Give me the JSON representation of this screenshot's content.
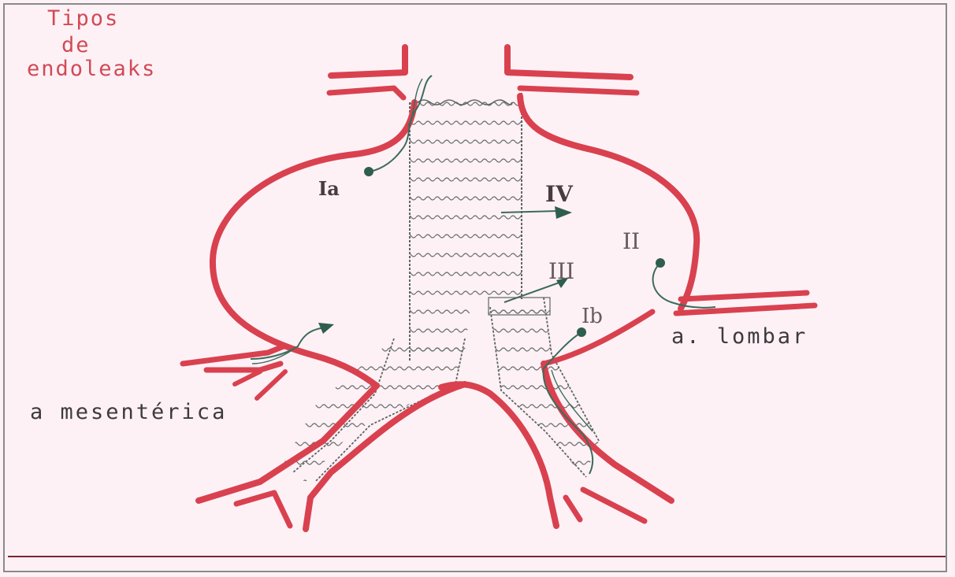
{
  "title_lines": [
    "Tipos",
    "de",
    "endoleaks"
  ],
  "labels": {
    "type_ia": "Ia",
    "type_ib": "Ib",
    "type_ii": "II",
    "type_iii": "III",
    "type_iv": "IV",
    "lumbar_artery": "a. lombar",
    "mesenteric_artery": "a mesentérica"
  },
  "colors": {
    "vessel": "#d9414f",
    "graft": "#5f6662",
    "leak": "#2f5e4e",
    "title": "#d24a55",
    "background": "#fdf1f6"
  }
}
